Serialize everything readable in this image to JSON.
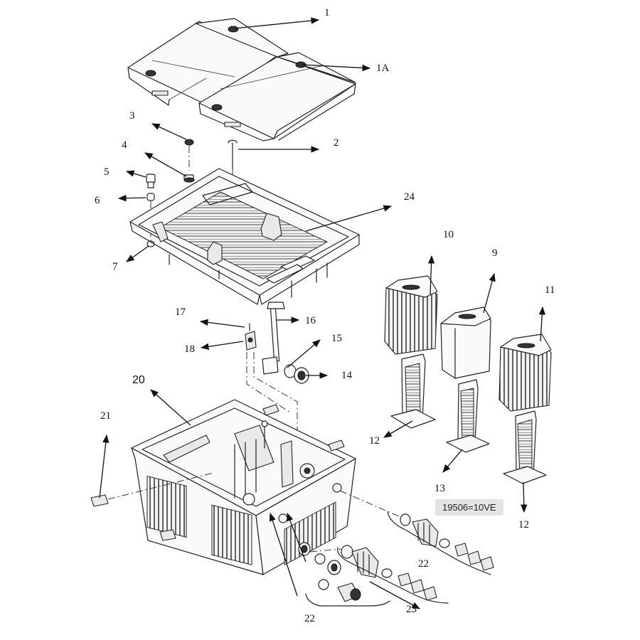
{
  "labels": {
    "p1": "1",
    "p1a": "1A",
    "p2": "2",
    "p3": "3",
    "p4": "4",
    "p5": "5",
    "p6": "6",
    "p7": "7",
    "p9": "9",
    "p10": "10",
    "p11": "11",
    "p12a": "12",
    "p12b": "12",
    "p13": "13",
    "p14": "14",
    "p15": "15",
    "p16": "16",
    "p17": "17",
    "p18": "18",
    "p20": "20",
    "p21": "21",
    "p22a": "22",
    "p22b": "22",
    "p23": "23",
    "p24": "24"
  },
  "note": "19506=10VE"
}
